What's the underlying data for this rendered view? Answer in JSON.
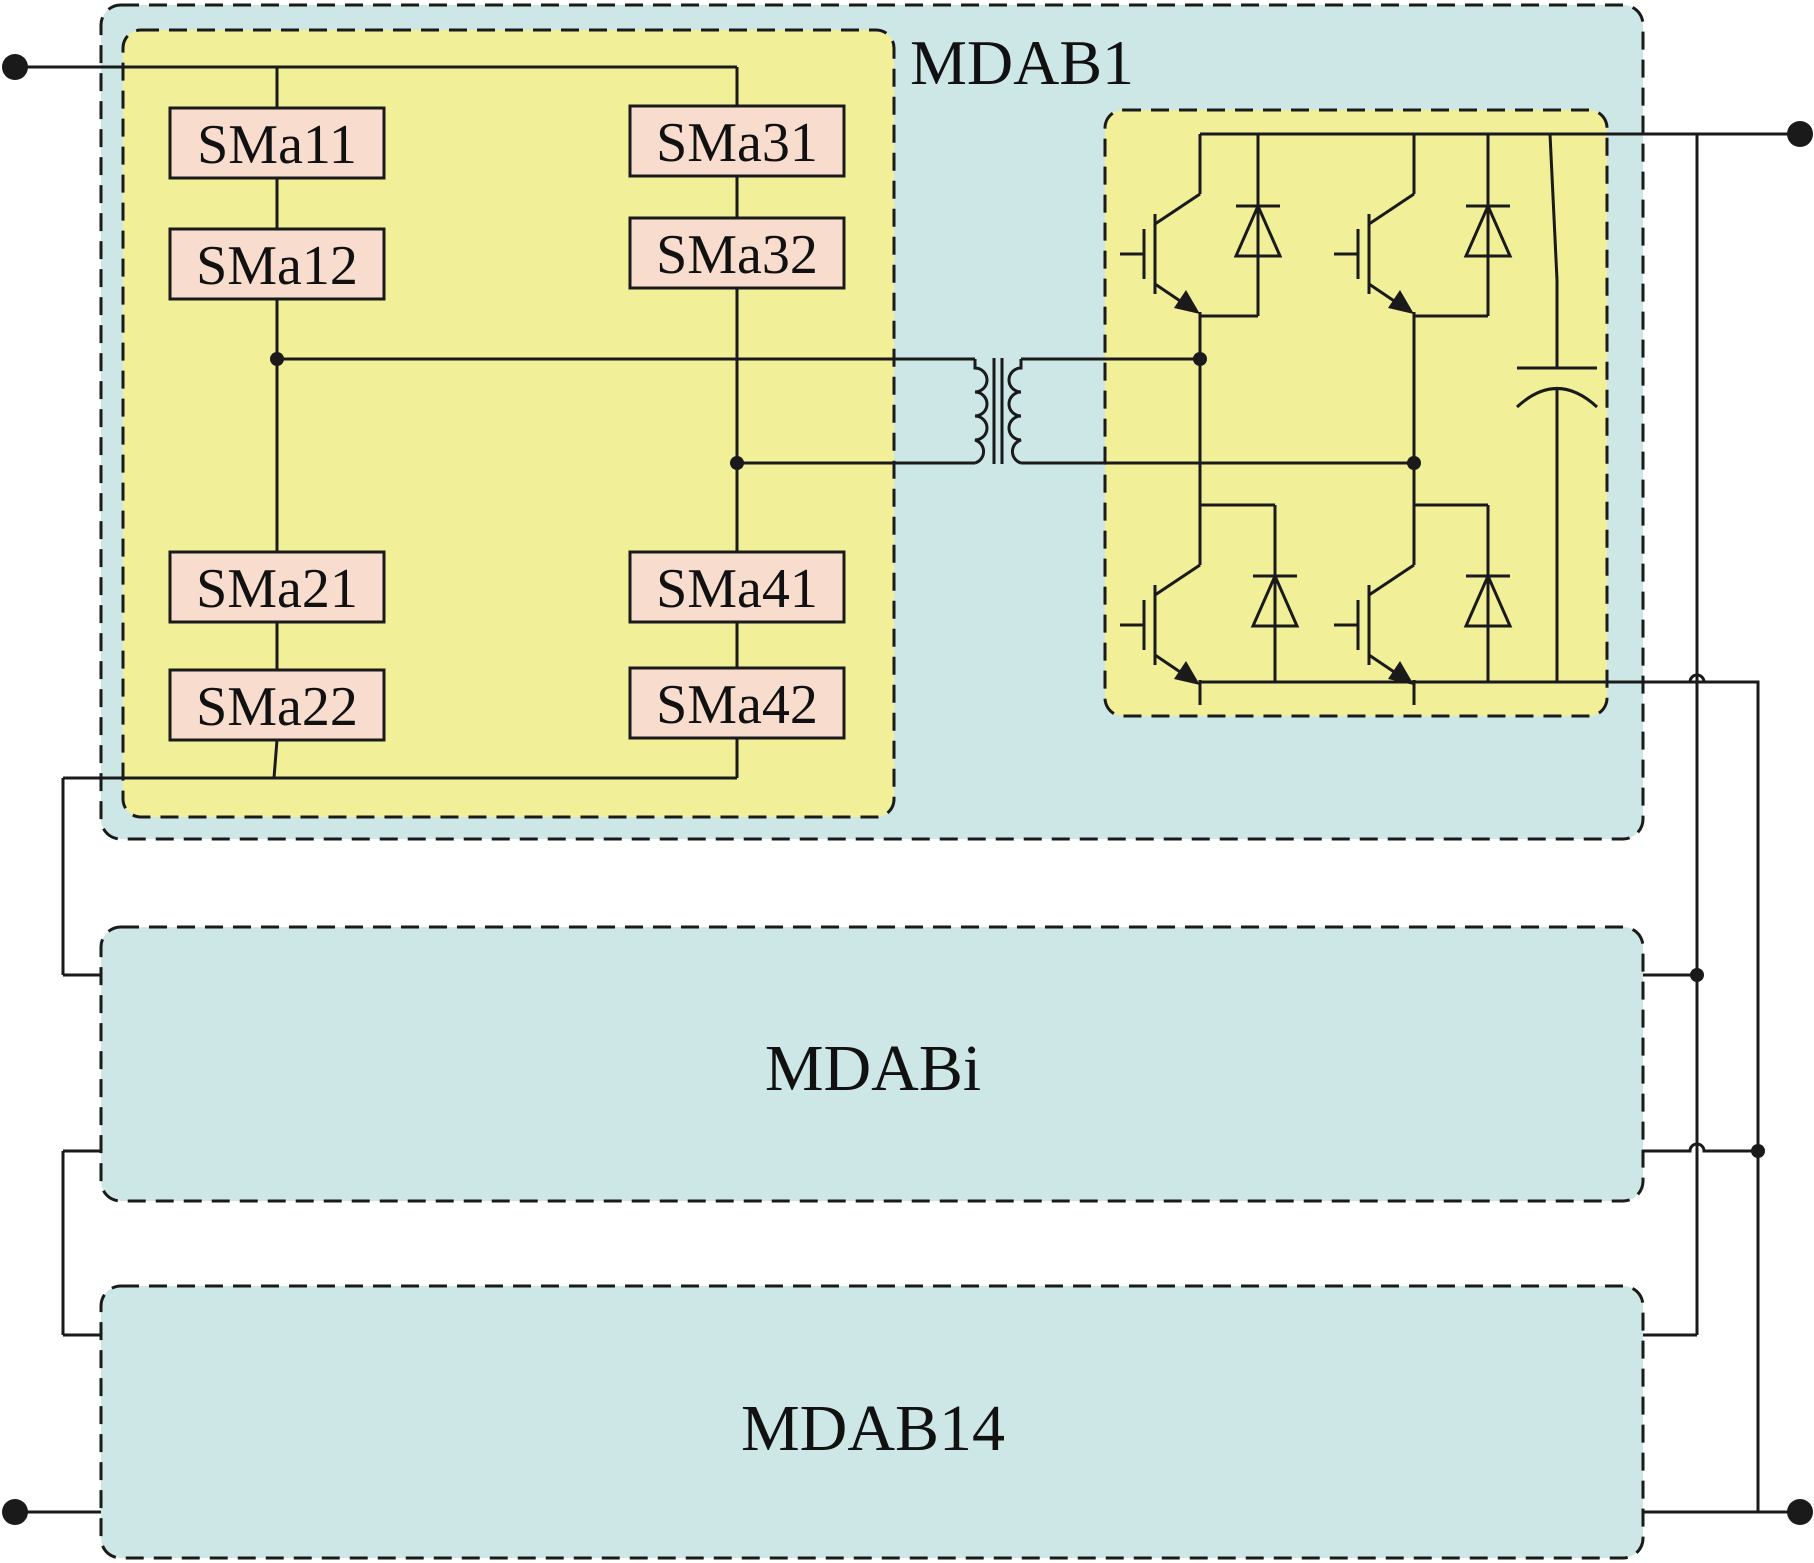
{
  "colors": {
    "module_fill": "#cde6e6",
    "bridge_fill": "#f2ef99",
    "submodule_fill": "#f8dccd",
    "line": "#1a1a1a"
  },
  "modules": {
    "first": "MDAB1",
    "middle": "MDABi",
    "last": "MDAB14"
  },
  "submodules": {
    "a11": "SMa11",
    "a12": "SMa12",
    "a21": "SMa21",
    "a22": "SMa22",
    "a31": "SMa31",
    "a32": "SMa32",
    "a41": "SMa41",
    "a42": "SMa42"
  },
  "icons": {
    "transformer": "transformer-icon",
    "igbt": "igbt-icon",
    "diode": "diode-icon",
    "capacitor": "capacitor-icon",
    "terminal": "terminal-dot-icon"
  }
}
